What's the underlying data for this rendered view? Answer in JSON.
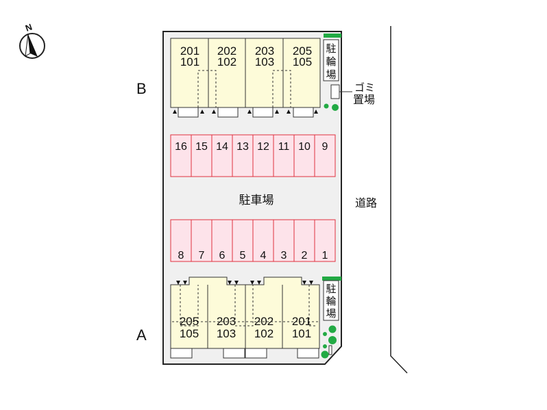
{
  "compass": {
    "label": "N",
    "icon": "north-arrow-icon"
  },
  "buildings": {
    "B": {
      "label": "B",
      "units": [
        {
          "upper": "201",
          "lower": "101"
        },
        {
          "upper": "202",
          "lower": "102"
        },
        {
          "upper": "203",
          "lower": "103"
        },
        {
          "upper": "205",
          "lower": "105"
        }
      ]
    },
    "A": {
      "label": "A",
      "units": [
        {
          "upper": "205",
          "lower": "105"
        },
        {
          "upper": "203",
          "lower": "103"
        },
        {
          "upper": "202",
          "lower": "102"
        },
        {
          "upper": "201",
          "lower": "101"
        }
      ]
    }
  },
  "parking": {
    "label": "駐車場",
    "top_row": [
      "16",
      "15",
      "14",
      "13",
      "12",
      "11",
      "10",
      "9"
    ],
    "bottom_row": [
      "8",
      "7",
      "6",
      "5",
      "4",
      "3",
      "2",
      "1"
    ]
  },
  "bike_parking": {
    "chars": [
      "駐",
      "輪",
      "場"
    ]
  },
  "garbage": {
    "line1": "ゴミ",
    "line2": "置場"
  },
  "road": {
    "label": "道路"
  },
  "colors": {
    "unit_fill": "#fdfbd9",
    "parking_fill": "#fde3ea",
    "parking_stroke": "#e0303e",
    "lot_fill": "#f0f0f0",
    "green": "#22aa44"
  }
}
